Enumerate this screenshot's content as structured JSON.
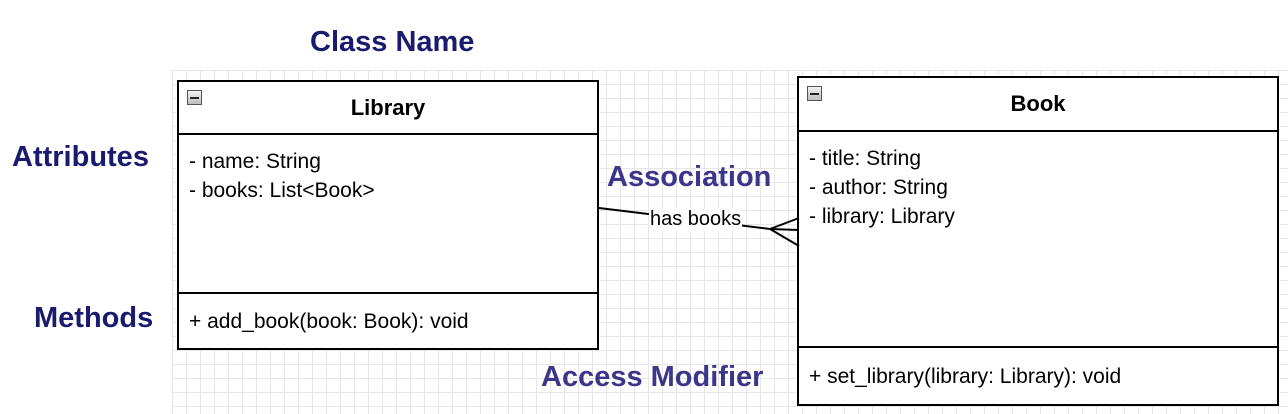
{
  "annotations": {
    "class_name": "Class Name",
    "attributes": "Attributes",
    "methods": "Methods",
    "association": "Association",
    "access_modifier": "Access Modifier"
  },
  "classes": [
    {
      "name": "Library",
      "attributes": [
        "- name: String",
        "- books: List<Book>"
      ],
      "methods": [
        "+ add_book(book: Book): void"
      ]
    },
    {
      "name": "Book",
      "attributes": [
        "- title: String",
        "- author: String",
        "- library: Library"
      ],
      "methods": [
        "+ set_library(library: Library): void"
      ]
    }
  ],
  "association": {
    "label": "has books",
    "multiplicity_end": "crow-foot-many"
  },
  "colors": {
    "annotation_dark": "#1a1a6e",
    "annotation_mid": "#3b3689",
    "grid": "#e6e6e6"
  }
}
